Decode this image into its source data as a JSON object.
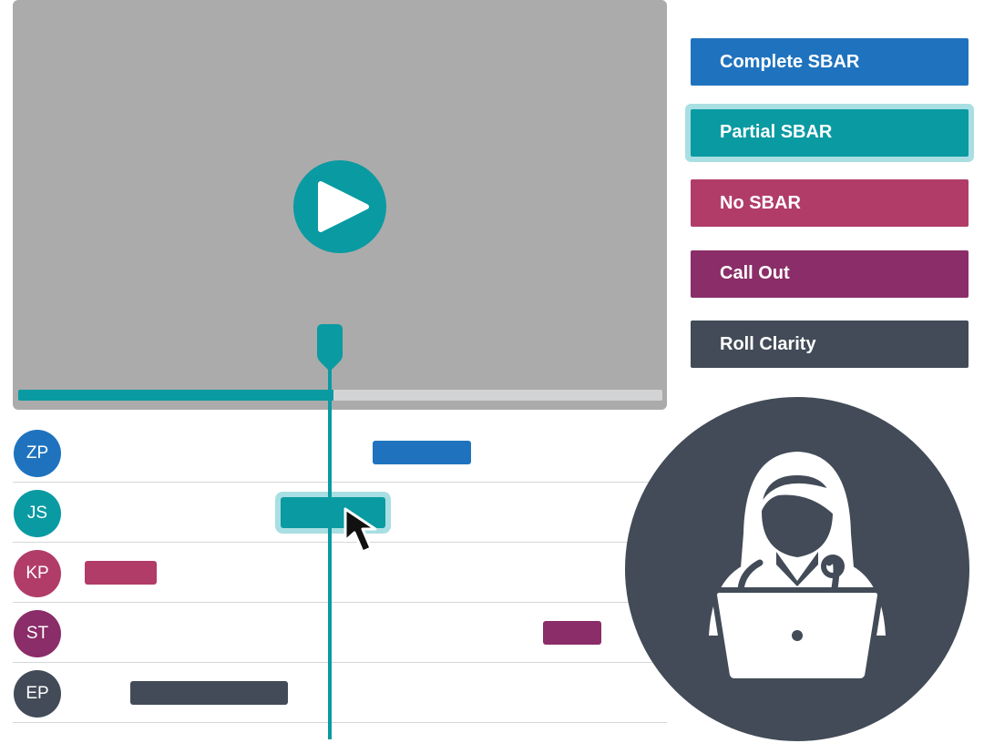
{
  "colors": {
    "blue": "#1f73be",
    "teal": "#0a9aa2",
    "pink": "#b13c68",
    "purple": "#8a2d68",
    "slate": "#424b57",
    "video_bg": "#ababab",
    "selection_glow": "#a9dfe2"
  },
  "icons": {
    "play": "play-icon",
    "playhead": "playhead-handle-icon",
    "cursor": "mouse-pointer-icon",
    "doctor": "doctor-with-laptop-icon"
  },
  "video": {
    "progress_fraction": 0.49
  },
  "tag_buttons": [
    {
      "label": "Complete SBAR",
      "color": "#1f73be",
      "selected": false
    },
    {
      "label": "Partial SBAR",
      "color": "#0a9aa2",
      "selected": true
    },
    {
      "label": "No SBAR",
      "color": "#b13c68",
      "selected": false
    },
    {
      "label": "Call Out",
      "color": "#8a2d68",
      "selected": false
    },
    {
      "label": "Roll Clarity",
      "color": "#424b57",
      "selected": false
    }
  ],
  "timeline": [
    {
      "initials": "ZP",
      "color": "#1f73be",
      "segment": {
        "start": 0.55,
        "end": 0.7
      },
      "selected": false
    },
    {
      "initials": "JS",
      "color": "#0a9aa2",
      "segment": {
        "start": 0.41,
        "end": 0.57
      },
      "selected": true
    },
    {
      "initials": "KP",
      "color": "#b13c68",
      "segment": {
        "start": 0.11,
        "end": 0.22
      },
      "selected": false
    },
    {
      "initials": "ST",
      "color": "#8a2d68",
      "segment": {
        "start": 0.81,
        "end": 0.9
      },
      "selected": false
    },
    {
      "initials": "EP",
      "color": "#424b57",
      "segment": {
        "start": 0.18,
        "end": 0.42
      },
      "selected": false
    }
  ]
}
